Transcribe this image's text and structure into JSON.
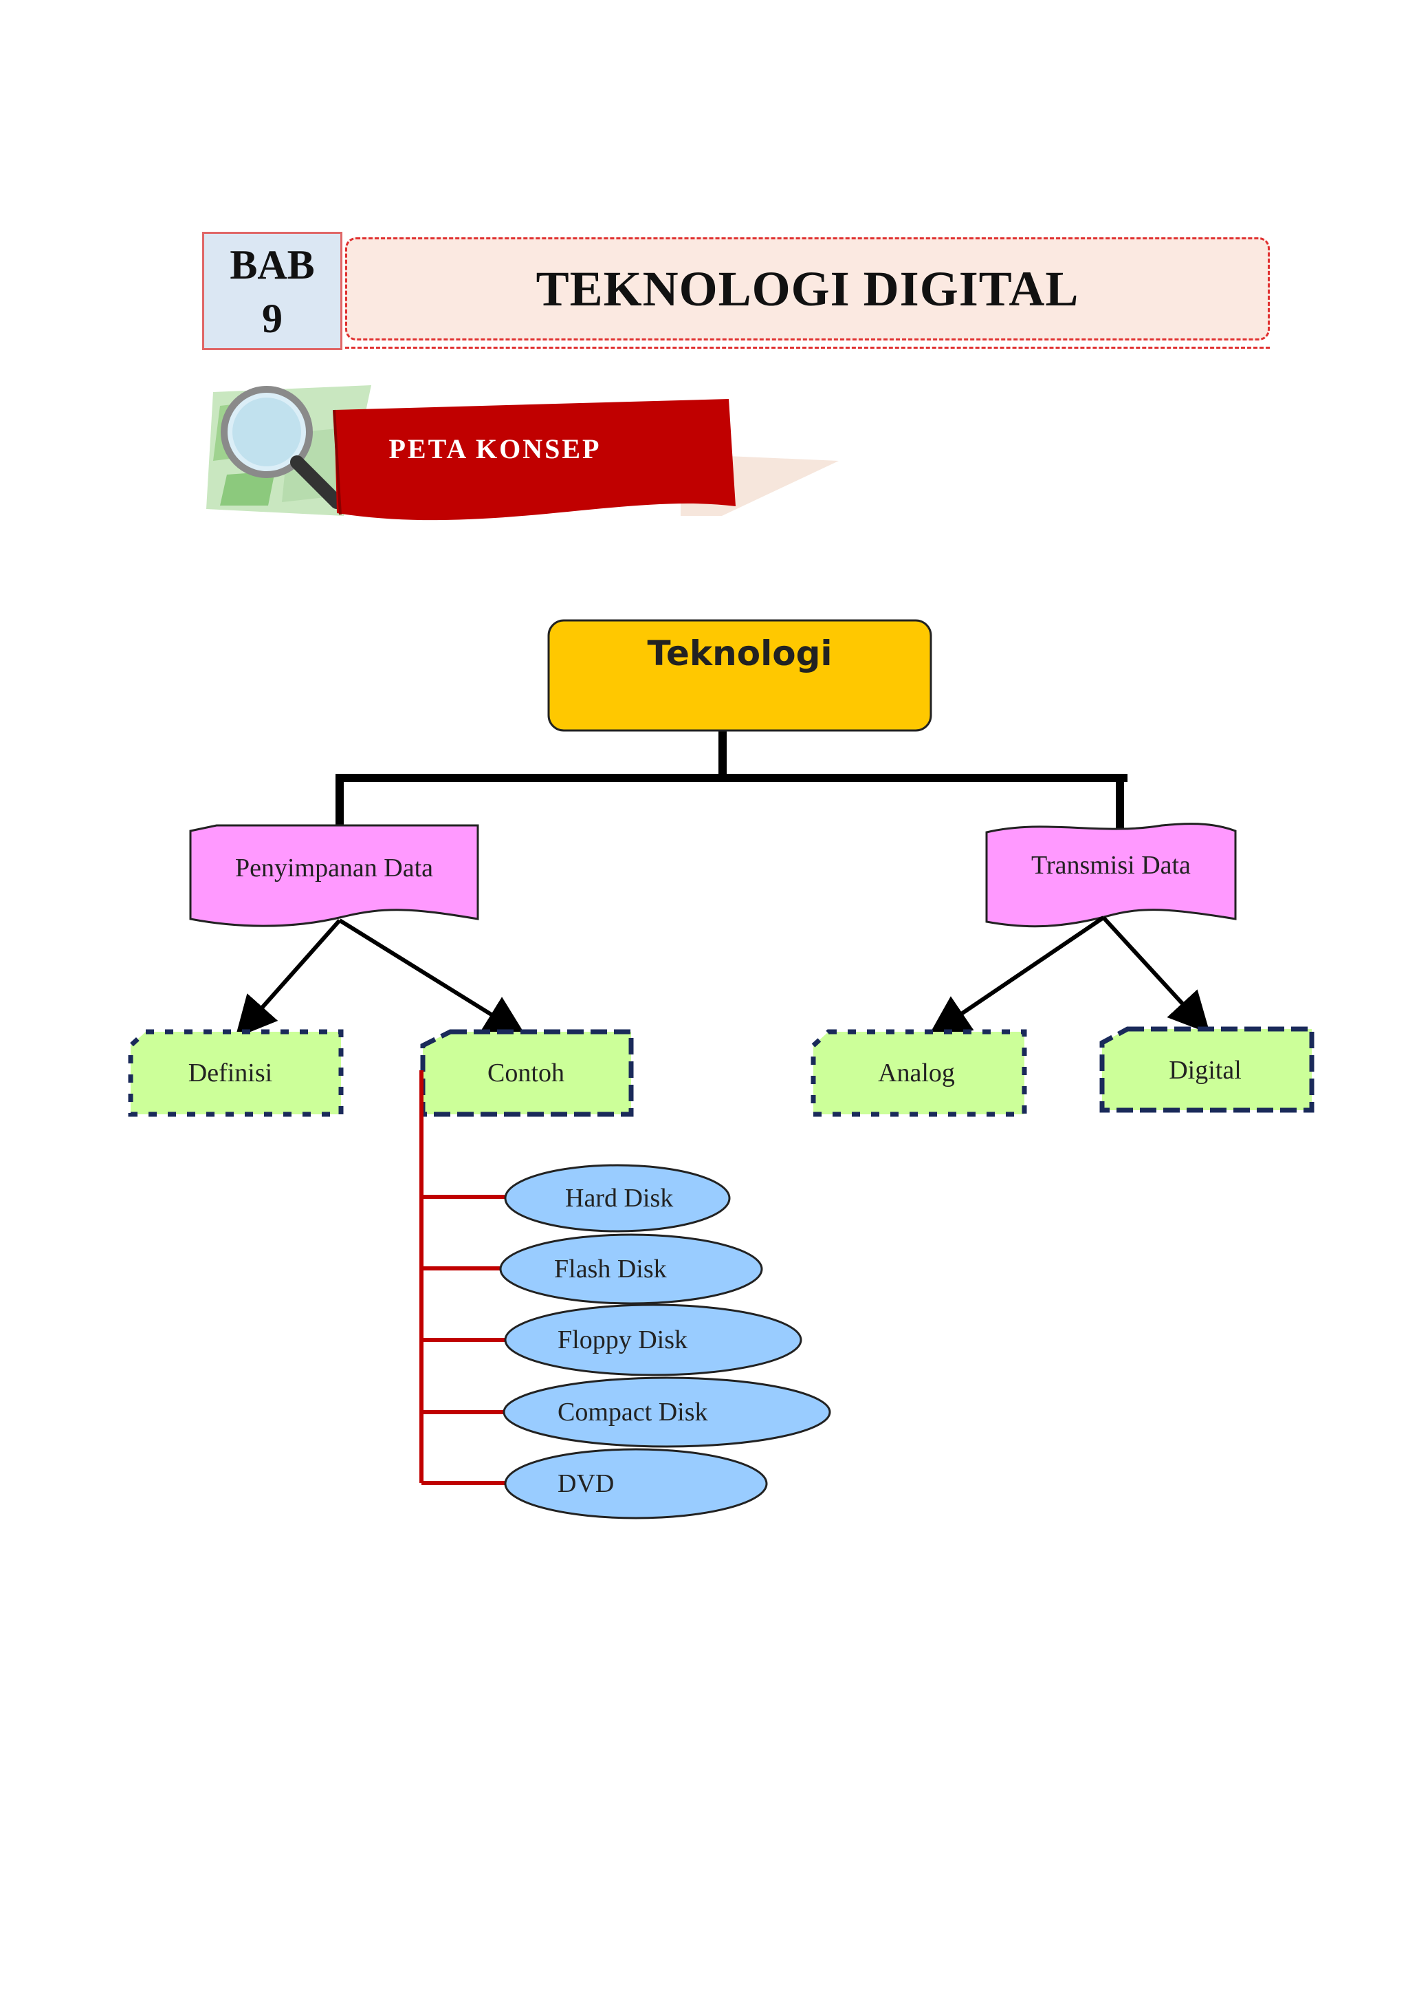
{
  "header": {
    "bab_line1": "BAB",
    "bab_line2": "9",
    "title": "TEKNOLOGI DIGITAL"
  },
  "banner": {
    "label": "PETA KONSEP",
    "icon": "magnifier-map-icon"
  },
  "concept_map": {
    "root": "Teknologi",
    "branches": [
      {
        "label": "Penyimpanan  Data",
        "children": [
          "Definisi",
          "Contoh"
        ]
      },
      {
        "label": "Transmisi  Data",
        "children": [
          "Analog",
          "Digital"
        ]
      }
    ],
    "examples": [
      "Hard Disk",
      "Flash  Disk",
      "Floppy  Disk",
      "Compact  Disk",
      "DVD"
    ]
  },
  "colors": {
    "root_fill": "#ffc800",
    "branch_fill": "#ff99ff",
    "leaf_fill": "#ccff99",
    "leaf_border": "#1a2a5a",
    "oval_fill": "#99ccff",
    "connector_red": "#c00000",
    "banner_red": "#c00000"
  }
}
